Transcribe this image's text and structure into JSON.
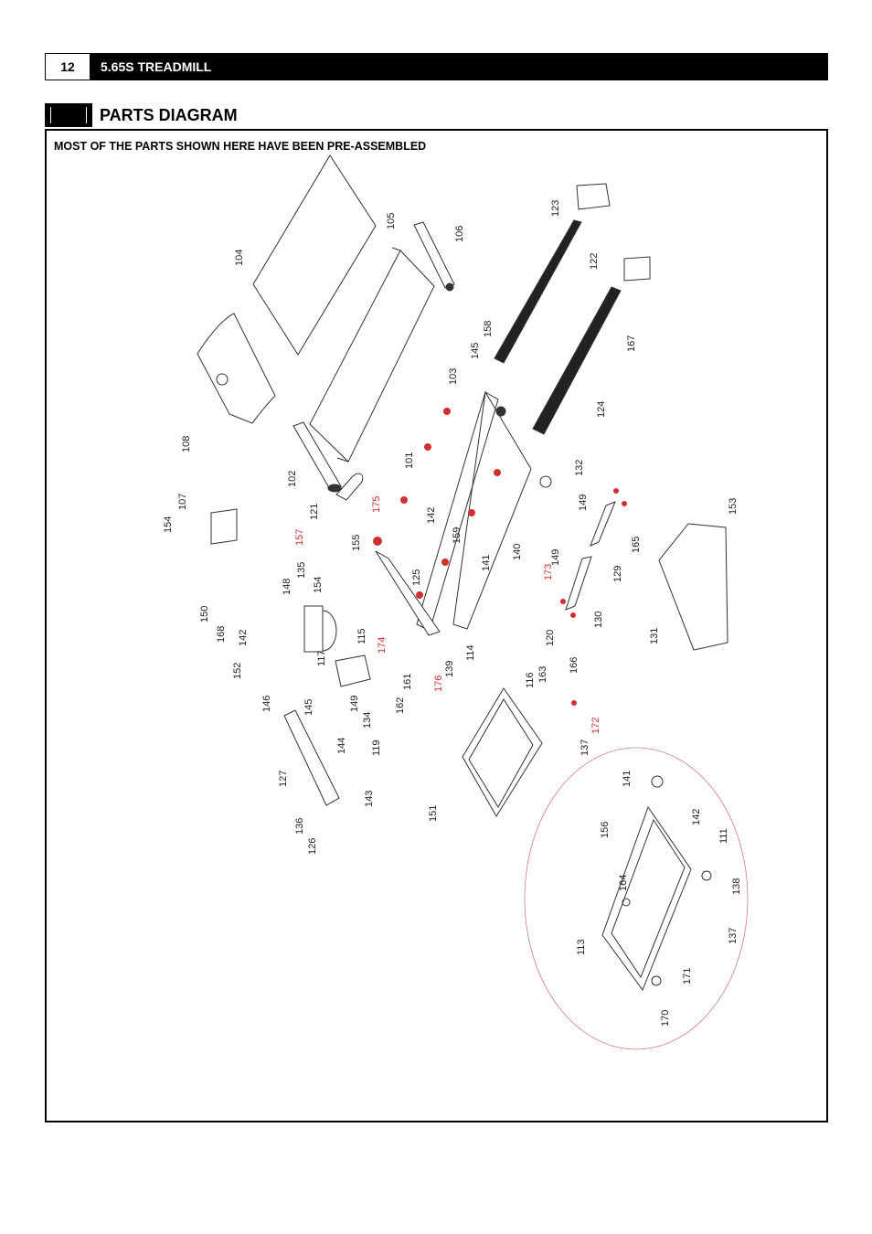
{
  "header": {
    "page_number": "12",
    "title": "5.65S TREADMILL"
  },
  "section": {
    "title": "PARTS DIAGRAM"
  },
  "diagram": {
    "note": "MOST OF THE PARTS SHOWN HERE HAVE BEEN PRE-ASSEMBLED",
    "callouts": [
      {
        "id": "104",
        "label": "104",
        "color": "#222222"
      },
      {
        "id": "105",
        "label": "105",
        "color": "#222222"
      },
      {
        "id": "106",
        "label": "106",
        "color": "#222222"
      },
      {
        "id": "123",
        "label": "123",
        "color": "#222222"
      },
      {
        "id": "122",
        "label": "122",
        "color": "#222222"
      },
      {
        "id": "167",
        "label": "167",
        "color": "#222222"
      },
      {
        "id": "158",
        "label": "158",
        "color": "#222222"
      },
      {
        "id": "145a",
        "label": "145",
        "color": "#222222"
      },
      {
        "id": "103",
        "label": "103",
        "color": "#222222"
      },
      {
        "id": "124",
        "label": "124",
        "color": "#222222"
      },
      {
        "id": "108",
        "label": "108",
        "color": "#222222"
      },
      {
        "id": "101",
        "label": "101",
        "color": "#222222"
      },
      {
        "id": "132",
        "label": "132",
        "color": "#222222"
      },
      {
        "id": "102",
        "label": "102",
        "color": "#222222"
      },
      {
        "id": "175",
        "label": "175",
        "color": "#d03030"
      },
      {
        "id": "121",
        "label": "121",
        "color": "#222222"
      },
      {
        "id": "157",
        "label": "157",
        "color": "#d03030"
      },
      {
        "id": "142a",
        "label": "142",
        "color": "#222222"
      },
      {
        "id": "159",
        "label": "159",
        "color": "#222222"
      },
      {
        "id": "140",
        "label": "140",
        "color": "#222222"
      },
      {
        "id": "149a",
        "label": "149",
        "color": "#222222"
      },
      {
        "id": "165",
        "label": "165",
        "color": "#222222"
      },
      {
        "id": "153",
        "label": "153",
        "color": "#222222"
      },
      {
        "id": "107",
        "label": "107",
        "color": "#222222"
      },
      {
        "id": "154a",
        "label": "154",
        "color": "#222222"
      },
      {
        "id": "155",
        "label": "155",
        "color": "#222222"
      },
      {
        "id": "141a",
        "label": "141",
        "color": "#222222"
      },
      {
        "id": "125",
        "label": "125",
        "color": "#222222"
      },
      {
        "id": "149b",
        "label": "149",
        "color": "#222222"
      },
      {
        "id": "173",
        "label": "173",
        "color": "#d03030"
      },
      {
        "id": "129",
        "label": "129",
        "color": "#222222"
      },
      {
        "id": "135",
        "label": "135",
        "color": "#222222"
      },
      {
        "id": "148",
        "label": "148",
        "color": "#222222"
      },
      {
        "id": "154b",
        "label": "154",
        "color": "#222222"
      },
      {
        "id": "150",
        "label": "150",
        "color": "#222222"
      },
      {
        "id": "168",
        "label": "168",
        "color": "#222222"
      },
      {
        "id": "142b",
        "label": "142",
        "color": "#222222"
      },
      {
        "id": "152",
        "label": "152",
        "color": "#222222"
      },
      {
        "id": "117",
        "label": "117",
        "color": "#222222"
      },
      {
        "id": "115",
        "label": "115",
        "color": "#222222"
      },
      {
        "id": "174",
        "label": "174",
        "color": "#d03030"
      },
      {
        "id": "130",
        "label": "130",
        "color": "#222222"
      },
      {
        "id": "131",
        "label": "131",
        "color": "#222222"
      },
      {
        "id": "114",
        "label": "114",
        "color": "#222222"
      },
      {
        "id": "139",
        "label": "139",
        "color": "#222222"
      },
      {
        "id": "176",
        "label": "176",
        "color": "#d03030"
      },
      {
        "id": "120",
        "label": "120",
        "color": "#222222"
      },
      {
        "id": "166",
        "label": "166",
        "color": "#222222"
      },
      {
        "id": "146",
        "label": "146",
        "color": "#222222"
      },
      {
        "id": "145b",
        "label": "145",
        "color": "#222222"
      },
      {
        "id": "149c",
        "label": "149",
        "color": "#222222"
      },
      {
        "id": "134",
        "label": "134",
        "color": "#222222"
      },
      {
        "id": "162",
        "label": "162",
        "color": "#222222"
      },
      {
        "id": "161",
        "label": "161",
        "color": "#222222"
      },
      {
        "id": "116",
        "label": "116",
        "color": "#222222"
      },
      {
        "id": "163",
        "label": "163",
        "color": "#222222"
      },
      {
        "id": "172",
        "label": "172",
        "color": "#d03030"
      },
      {
        "id": "144",
        "label": "144",
        "color": "#222222"
      },
      {
        "id": "119",
        "label": "119",
        "color": "#222222"
      },
      {
        "id": "137a",
        "label": "137",
        "color": "#222222"
      },
      {
        "id": "127",
        "label": "127",
        "color": "#222222"
      },
      {
        "id": "143",
        "label": "143",
        "color": "#222222"
      },
      {
        "id": "151",
        "label": "151",
        "color": "#222222"
      },
      {
        "id": "141b",
        "label": "141",
        "color": "#222222"
      },
      {
        "id": "142c",
        "label": "142",
        "color": "#222222"
      },
      {
        "id": "136",
        "label": "136",
        "color": "#222222"
      },
      {
        "id": "126",
        "label": "126",
        "color": "#222222"
      },
      {
        "id": "156",
        "label": "156",
        "color": "#222222"
      },
      {
        "id": "111",
        "label": "111",
        "color": "#222222"
      },
      {
        "id": "164",
        "label": "164",
        "color": "#222222"
      },
      {
        "id": "138",
        "label": "138",
        "color": "#222222"
      },
      {
        "id": "137b",
        "label": "137",
        "color": "#222222"
      },
      {
        "id": "113",
        "label": "113",
        "color": "#222222"
      },
      {
        "id": "171",
        "label": "171",
        "color": "#222222"
      },
      {
        "id": "170",
        "label": "170",
        "color": "#222222"
      }
    ]
  }
}
